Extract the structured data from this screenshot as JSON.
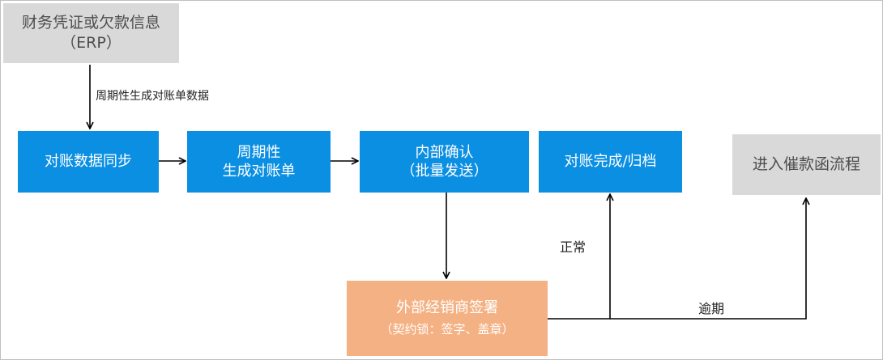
{
  "nodes": {
    "erp_source": {
      "line1": "财务凭证或欠款信息",
      "line2": "（ERP）"
    },
    "sync": {
      "label": "对账数据同步"
    },
    "generate": {
      "line1": "周期性",
      "line2": "生成对账单"
    },
    "confirm": {
      "line1": "内部确认",
      "line2": "（批量发送）"
    },
    "complete": {
      "label": "对账完成/归档"
    },
    "collection": {
      "label": "进入催款函流程"
    },
    "dealer_sign": {
      "line1": "外部经销商签署",
      "line2": "（契约锁：签字、盖章）"
    }
  },
  "edges": {
    "periodic_generate": "周期性生成对账单数据",
    "normal": "正常",
    "overdue": "逾期"
  },
  "colors": {
    "blue": "#0b8fe3",
    "grey": "#d9d9d9",
    "orange": "#f4b183",
    "line": "#000000"
  }
}
